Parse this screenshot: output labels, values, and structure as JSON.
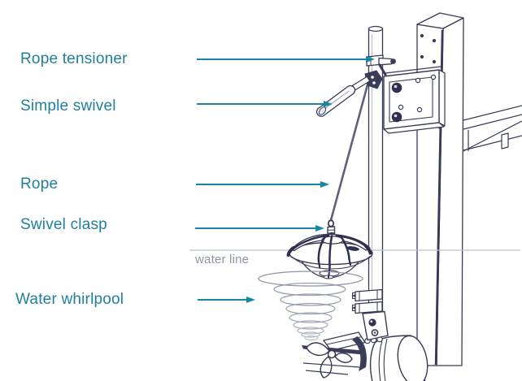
{
  "figure": {
    "type": "labeled-technical-diagram",
    "subject": "rope tensioner and whirlpool float assembly mounted on a post with pipe and pump",
    "labels": [
      {
        "id": "rope-tensioner",
        "text": "Rope tensioner"
      },
      {
        "id": "simple-swivel",
        "text": "Simple swivel"
      },
      {
        "id": "rope",
        "text": "Rope"
      },
      {
        "id": "swivel-clasp",
        "text": "Swivel clasp"
      },
      {
        "id": "water-whirlpool",
        "text": "Water whirlpool"
      }
    ],
    "water_line": {
      "label": "water line"
    },
    "colors": {
      "background": "#ffffff",
      "label_text": "#1f7f9f",
      "arrow": "#1688a6",
      "water_line_text": "#8d95a6",
      "water_line_stroke": "#bcc3cf",
      "line_art": "#383b55"
    }
  }
}
